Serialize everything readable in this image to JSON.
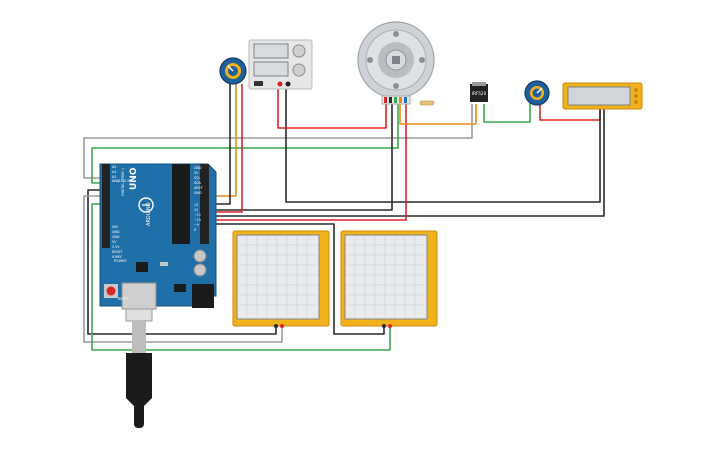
{
  "board": {
    "brand": "ARDUINO",
    "model": "UNO",
    "digital_label": "DIGITAL (PWM~)",
    "analog_label": "ANALOG IN",
    "power_label": "POWER",
    "reset_label": "RESET",
    "pins_analog": [
      "A5",
      "A4",
      "A3",
      "A2",
      "A1",
      "A0"
    ],
    "pins_power": [
      "VIN",
      "GND",
      "GND",
      "5V",
      "3.3V",
      "RESET",
      "IOREF"
    ],
    "pins_right": [
      "GND",
      "5V",
      "SCL",
      "SDA",
      "AREF",
      "GND",
      "13",
      "12",
      "~11",
      "~10",
      "~9",
      "8"
    ]
  },
  "components": {
    "transistor_label": "IRF520",
    "meter_label": "",
    "lcd_label": ""
  },
  "colors": {
    "wire_black": "#2a2a2a",
    "wire_red": "#d8262a",
    "wire_green": "#3aa94a",
    "wire_gray": "#9a9a9a",
    "wire_orange": "#e88a1a",
    "board_blue": "#1f6fa8",
    "breadboard_frame": "#f2b21c",
    "potentiometer_blue": "#1f5f9a"
  }
}
